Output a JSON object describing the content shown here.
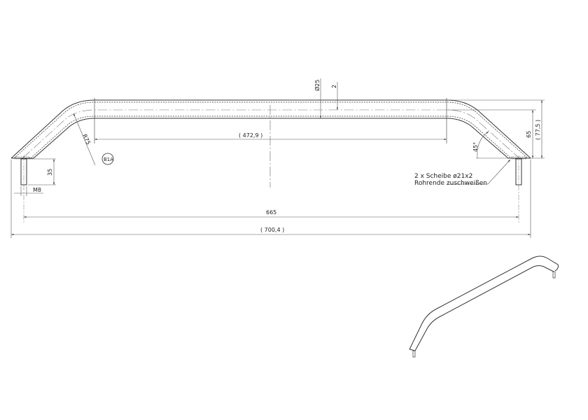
{
  "drawing": {
    "type": "technical-drawing",
    "subject": "tubular handle / grab bar",
    "views": [
      "front-view",
      "isometric-view"
    ]
  },
  "dimensions": {
    "overall_length": "( 700,4 )",
    "pin_spacing": "665",
    "straight_length": "( 472,9 )",
    "tube_diameter": "Ø25",
    "wall_thickness": "2",
    "height_center": "65",
    "height_overall": "( 77,5 )",
    "pin_length": "35",
    "thread": "M8",
    "bend_radius": "R75",
    "bend_angle": "45°"
  },
  "annotations": {
    "detail_bubble": "B1A",
    "note_line1": "2 x Scheibe ø21x2",
    "note_line2": "Rohrende zuschweißen"
  },
  "colors": {
    "line": "#333333",
    "dim_line": "#555555",
    "background": "#ffffff"
  }
}
